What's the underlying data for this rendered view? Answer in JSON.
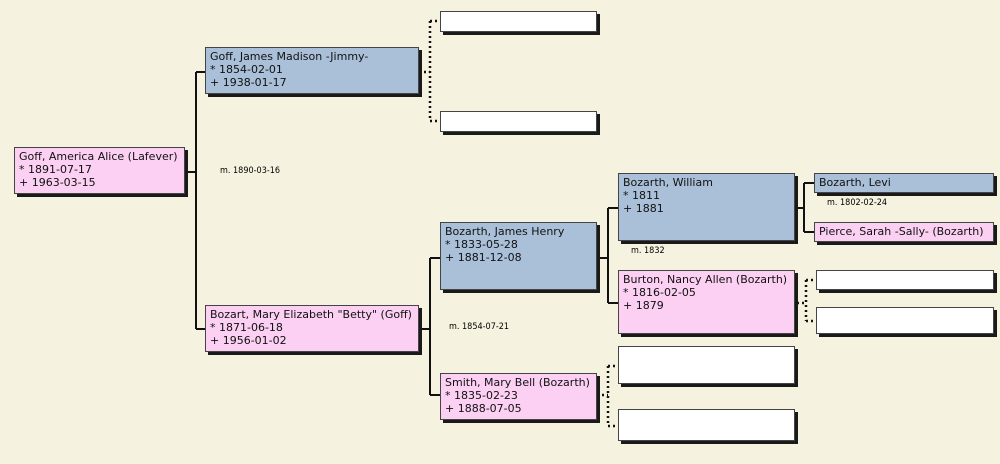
{
  "people": {
    "root": {
      "name": "Goff, America Alice (Lafever)",
      "birth": "* 1891-07-17",
      "death": "+ 1963-03-15"
    },
    "father": {
      "name": "Goff, James Madison -Jimmy-",
      "birth": "* 1854-02-01",
      "death": "+ 1938-01-17"
    },
    "mother": {
      "name": "Bozart, Mary Elizabeth \"Betty\" (Goff)",
      "birth": "* 1871-06-18",
      "death": "+ 1956-01-02"
    },
    "mf": {
      "name": "Bozarth, James Henry",
      "birth": "* 1833-05-28",
      "death": "+ 1881-12-08"
    },
    "mm": {
      "name": "Smith, Mary Bell (Bozarth)",
      "birth": "* 1835-02-23",
      "death": "+ 1888-07-05"
    },
    "mff": {
      "name": "Bozarth, William",
      "birth": "* 1811",
      "death": "+ 1881"
    },
    "mfm": {
      "name": "Burton, Nancy Allen (Bozarth)",
      "birth": "* 1816-02-05",
      "death": "+ 1879"
    },
    "mfff": {
      "name": "Bozarth, Levi"
    },
    "mffm": {
      "name": "Pierce, Sarah -Sally- (Bozarth)"
    }
  },
  "marriages": {
    "root_parents": "m. 1890-03-16",
    "mother_parents": "m. 1854-07-21",
    "mf_parents": "m. 1832",
    "mff_parents": "m. 1802-02-24"
  },
  "colors": {
    "male": "#aac0d9",
    "female": "#fcd0f2",
    "empty": "#ffffff",
    "background": "#f5f3df"
  }
}
